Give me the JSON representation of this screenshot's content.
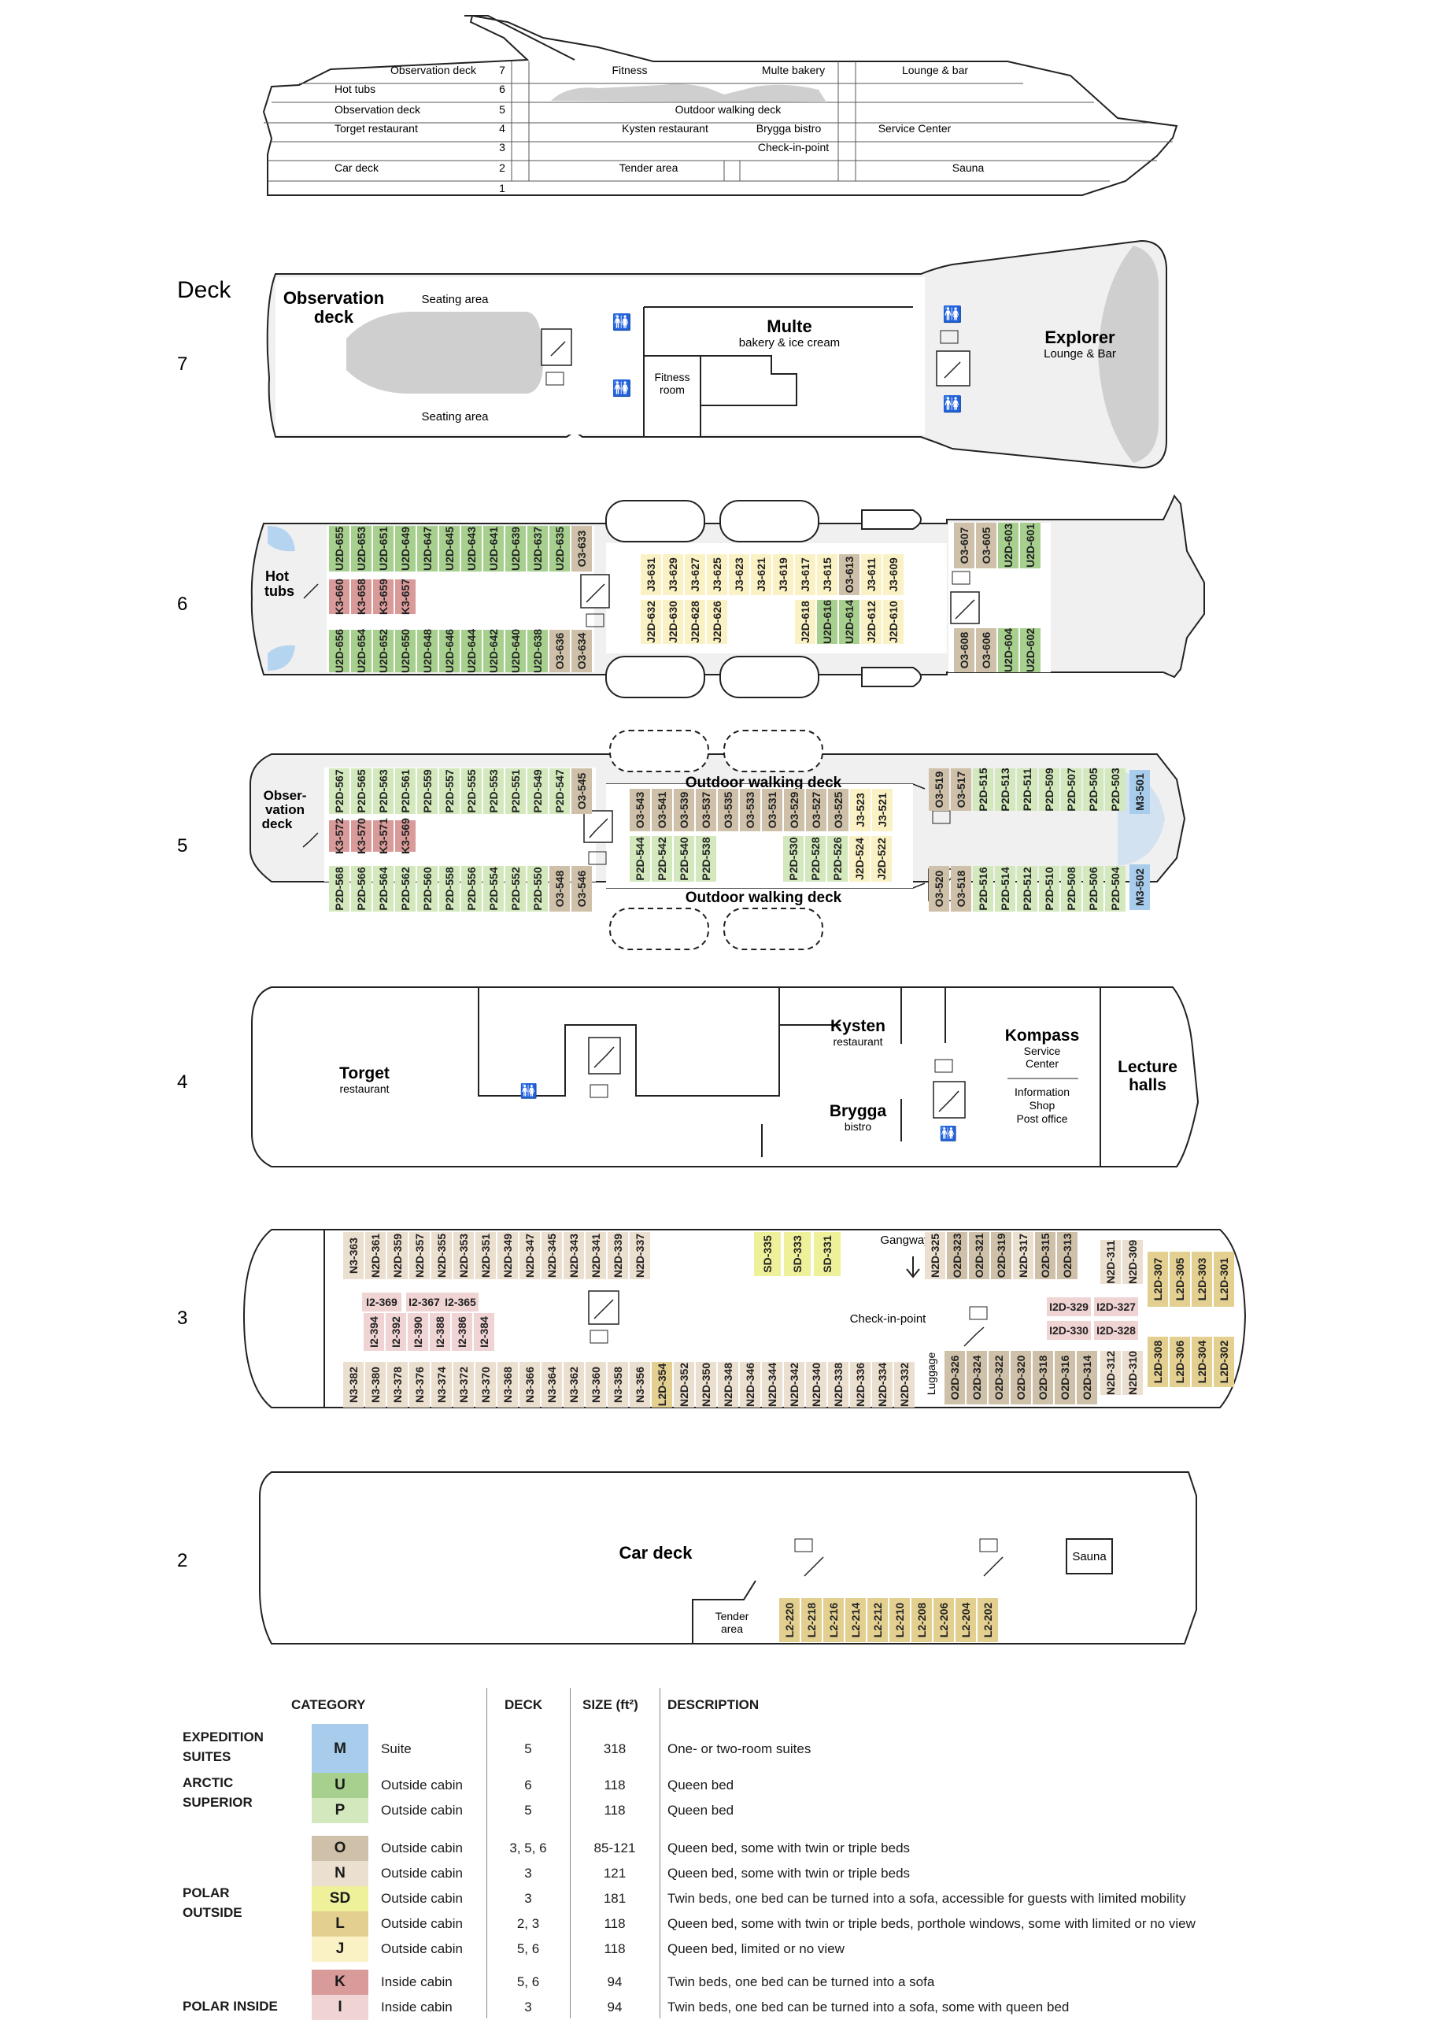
{
  "profile": {
    "levels": [
      {
        "num": "7",
        "left": "Observation deck",
        "mid1": "Fitness",
        "mid2": "Multe bakery",
        "right": "Lounge & bar"
      },
      {
        "num": "6",
        "left": "Hot tubs",
        "mid1": "",
        "mid2": "",
        "right": ""
      },
      {
        "num": "5",
        "left": "Observation deck",
        "mid1": "Outdoor walking deck",
        "mid2": "",
        "right": ""
      },
      {
        "num": "4",
        "left": "Torget restaurant",
        "mid1": "Kysten restaurant",
        "mid2": "Brygga bistro",
        "right": "Service Center"
      },
      {
        "num": "3",
        "left": "",
        "mid1": "",
        "mid2": "Check-in-point",
        "right": ""
      },
      {
        "num": "2",
        "left": "Car deck",
        "mid1": "Tender area",
        "mid2": "",
        "right": "Sauna"
      },
      {
        "num": "1",
        "left": "",
        "mid1": "",
        "mid2": "",
        "right": ""
      }
    ]
  },
  "deck_title": "Deck",
  "decks": {
    "d7": {
      "num": "7",
      "observation": "Observation deck",
      "seating_top": "Seating area",
      "seating_bottom": "Seating area",
      "fitness": "Fitness room",
      "multe": "Multe",
      "multe_sub": "bakery & ice cream",
      "explorer": "Explorer",
      "explorer_sub": "Lounge & Bar"
    },
    "d6": {
      "num": "6",
      "hot_tubs": "Hot tubs",
      "cabins_upper_left": [
        "U2D-655",
        "U2D-653",
        "U2D-651",
        "U2D-649",
        "U2D-647",
        "U2D-645",
        "U2D-643",
        "U2D-641",
        "U2D-639",
        "U2D-637",
        "U2D-635",
        "O3-633"
      ],
      "cabins_inner_left": [
        "K3-660",
        "K3-658",
        "K3-659",
        "K3-657"
      ],
      "cabins_lower_left": [
        "U2D-656",
        "U2D-654",
        "U2D-652",
        "U2D-650",
        "U2D-648",
        "U2D-646",
        "U2D-644",
        "U2D-642",
        "U2D-640",
        "U2D-638",
        "O3-636",
        "O3-634"
      ],
      "cabins_center_top": [
        "J3-631",
        "J3-629",
        "J3-627",
        "J3-625",
        "J3-623",
        "J3-621",
        "J3-619",
        "J3-617",
        "J3-615",
        "O3-613",
        "J3-611",
        "J3-609"
      ],
      "cabins_center_bottom_a": [
        "J2D-632",
        "J2D-630",
        "J2D-628",
        "J2D-626"
      ],
      "cabins_center_bottom_b": [
        "J2D-618",
        "U2D-616",
        "U2D-614",
        "J2D-612",
        "J2D-610"
      ],
      "cabins_fwd_top": [
        "O3-607",
        "O3-605",
        "U2D-603",
        "U2D-601"
      ],
      "cabins_fwd_bottom": [
        "O3-608",
        "O3-606",
        "U2D-604",
        "U2D-602"
      ]
    },
    "d5": {
      "num": "5",
      "observation": "Obser- vation deck",
      "outdoor_top": "Outdoor walking deck",
      "outdoor_bottom": "Outdoor walking deck",
      "cabins_upper_left": [
        "P2D-567",
        "P2D-565",
        "P2D-563",
        "P2D-561",
        "P2D-559",
        "P2D-557",
        "P2D-555",
        "P2D-553",
        "P2D-551",
        "P2D-549",
        "P2D-547",
        "O3-545"
      ],
      "cabins_inner_left": [
        "K3-572",
        "K3-570",
        "K3-571",
        "K3-569"
      ],
      "cabins_lower_left": [
        "P2D-568",
        "P2D-566",
        "P2D-564",
        "P2D-562",
        "P2D-560",
        "P2D-558",
        "P2D-556",
        "P2D-554",
        "P2D-552",
        "P2D-550",
        "O3-548",
        "O3-546"
      ],
      "cabins_center_top": [
        "O3-543",
        "O3-541",
        "O3-539",
        "O3-537",
        "O3-535",
        "O3-533",
        "O3-531",
        "O3-529",
        "O3-527",
        "O3-525",
        "J3-523",
        "J3-521"
      ],
      "cabins_center_bottom_a": [
        "P2D-544",
        "P2D-542",
        "P2D-540",
        "P2D-538"
      ],
      "cabins_center_bottom_b": [
        "P2D-530",
        "P2D-528",
        "P2D-526",
        "J2D-524",
        "J2D-522"
      ],
      "cabins_fwd_top": [
        "O3-519",
        "O3-517",
        "P2D-515",
        "P2D-513",
        "P2D-511",
        "P2D-509",
        "P2D-507",
        "P2D-505",
        "P2D-503"
      ],
      "cabins_fwd_bottom": [
        "O3-520",
        "O3-518",
        "P2D-516",
        "P2D-514",
        "P2D-512",
        "P2D-510",
        "P2D-508",
        "P2D-506",
        "P2D-504"
      ],
      "suites": [
        "M3-501",
        "M3-502"
      ]
    },
    "d4": {
      "num": "4",
      "torget": "Torget",
      "torget_sub": "restaurant",
      "kysten": "Kysten",
      "kysten_sub": "restaurant",
      "brygga": "Brygga",
      "brygga_sub": "bistro",
      "kompass": "Kompass",
      "kompass_sub1": "Service",
      "kompass_sub2": "Center",
      "info1": "Information",
      "info2": "Shop",
      "info3": "Post office",
      "lecture": "Lecture halls"
    },
    "d3": {
      "num": "3",
      "gangway": "Gangway",
      "checkin": "Check-in-point",
      "luggage": "Luggage",
      "cabins_top_left": [
        "N3-363",
        "N2D-361",
        "N2D-359",
        "N2D-357",
        "N2D-355",
        "N2D-353",
        "N2D-351",
        "N2D-349",
        "N2D-347",
        "N2D-345",
        "N2D-343",
        "N2D-341",
        "N2D-339",
        "N2D-337"
      ],
      "cabins_sd": [
        "SD-335",
        "SD-333",
        "SD-331"
      ],
      "cabins_top_right": [
        "N2D-325",
        "O2D-323",
        "O2D-321",
        "O2D-319",
        "N2D-317",
        "O2D-315",
        "O2D-313"
      ],
      "cabins_top_n": [
        "N2D-311",
        "N2D-309"
      ],
      "cabins_l_top": [
        "L2D-307",
        "L2D-305",
        "L2D-303",
        "L2D-301"
      ],
      "cabins_i_upper": [
        "I2-369",
        "I2-367",
        "I2-365"
      ],
      "cabins_i_lower": [
        "I2-394",
        "I2-392",
        "I2-390",
        "I2-388",
        "I2-386",
        "I2-384"
      ],
      "cabins_i_right": [
        "I2D-329",
        "I2D-327",
        "I2D-330",
        "I2D-328"
      ],
      "cabins_bottom_left": [
        "N3-382",
        "N3-380",
        "N3-378",
        "N3-376",
        "N3-374",
        "N3-372",
        "N3-370",
        "N3-368",
        "N3-366",
        "N3-364",
        "N3-362",
        "N3-360",
        "N3-358",
        "N3-356",
        "L2D-354",
        "N2D-352",
        "N2D-350",
        "N2D-348",
        "N2D-346",
        "N2D-344",
        "N2D-342",
        "N2D-340",
        "N2D-338",
        "N2D-336",
        "N2D-334",
        "N2D-332"
      ],
      "cabins_bottom_right": [
        "O2D-326",
        "O2D-324",
        "O2D-322",
        "O2D-320",
        "O2D-318",
        "O2D-316",
        "O2D-314"
      ],
      "cabins_bottom_n": [
        "N2D-312",
        "N2D-310"
      ],
      "cabins_l_bottom": [
        "L2D-308",
        "L2D-306",
        "L2D-304",
        "L2D-302"
      ]
    },
    "d2": {
      "num": "2",
      "car_deck": "Car deck",
      "tender": "Tender area",
      "sauna": "Sauna",
      "cabins": [
        "L2-220",
        "L2-218",
        "L2-216",
        "L2-214",
        "L2-212",
        "L2-210",
        "L2-208",
        "L2-206",
        "L2-204",
        "L2-202"
      ]
    }
  },
  "legend": {
    "headers": {
      "category": "CATEGORY",
      "deck": "DECK",
      "size": "SIZE (ft²)",
      "description": "DESCRIPTION"
    },
    "groups": [
      {
        "label": "EXPEDITION SUITES"
      },
      {
        "label": "ARCTIC SUPERIOR"
      },
      {
        "label": "POLAR OUTSIDE"
      },
      {
        "label": "POLAR INSIDE"
      }
    ],
    "rows": [
      {
        "code": "M",
        "type": "Suite",
        "deck": "5",
        "size": "318",
        "description": "One- or two-room suites",
        "color": "#a8cdec"
      },
      {
        "code": "U",
        "type": "Outside cabin",
        "deck": "6",
        "size": "118",
        "description": "Queen bed",
        "color": "#a7cf8e"
      },
      {
        "code": "P",
        "type": "Outside cabin",
        "deck": "5",
        "size": "118",
        "description": "Queen bed",
        "color": "#d3e8bc"
      },
      {
        "code": "O",
        "type": "Outside cabin",
        "deck": "3, 5, 6",
        "size": "85-121",
        "description": "Queen bed, some with twin or triple beds",
        "color": "#cfc1a9"
      },
      {
        "code": "N",
        "type": "Outside cabin",
        "deck": "3",
        "size": "121",
        "description": "Queen bed, some with twin or triple beds",
        "color": "#ebdfcf"
      },
      {
        "code": "SD",
        "type": "Outside cabin",
        "deck": "3",
        "size": "181",
        "description": "Twin beds, one bed can be turned into a sofa, accessible for guests with limited mobility",
        "color": "#eef09a"
      },
      {
        "code": "L",
        "type": "Outside cabin",
        "deck": "2, 3",
        "size": "118",
        "description": "Queen bed, some with twin or triple beds, porthole windows, some with limited or no view",
        "color": "#e3d091"
      },
      {
        "code": "J",
        "type": "Outside cabin",
        "deck": "5, 6",
        "size": "118",
        "description": "Queen bed, limited or no view",
        "color": "#faf1c4"
      },
      {
        "code": "K",
        "type": "Inside cabin",
        "deck": "5, 6",
        "size": "94",
        "description": "Twin beds, one bed can be turned into a sofa",
        "color": "#d99a9a"
      },
      {
        "code": "I",
        "type": "Inside cabin",
        "deck": "3",
        "size": "94",
        "description": "Twin beds, one bed can be turned into a sofa, some with queen bed",
        "color": "#f0d3d3"
      }
    ]
  },
  "colors": {
    "M": "#a8cdec",
    "U": "#a7cf8e",
    "P": "#d3e8bc",
    "O": "#cfc1a9",
    "N": "#ebdfcf",
    "SD": "#eef09a",
    "L": "#e3d091",
    "J": "#faf1c4",
    "K": "#d99a9a",
    "I": "#f0d3d3",
    "hull": "#f2f2f2",
    "line": "#333333"
  }
}
